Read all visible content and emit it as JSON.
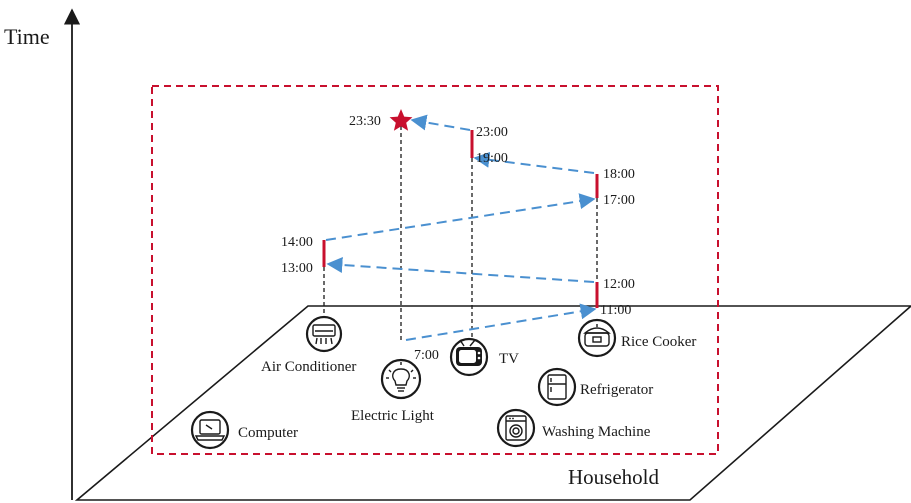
{
  "axes": {
    "y_label": "Time",
    "x_label": "Household"
  },
  "colors": {
    "frame": "#c8102e",
    "path": "#4a90d0",
    "active": "#c8102e",
    "ink": "#1a1a1a"
  },
  "appliances": [
    {
      "id": "computer",
      "label": "Computer",
      "icon": "computer-icon"
    },
    {
      "id": "air-conditioner",
      "label": "Air Conditioner",
      "icon": "air-conditioner-icon"
    },
    {
      "id": "electric-light",
      "label": "Electric Light",
      "icon": "light-bulb-icon"
    },
    {
      "id": "tv",
      "label": "TV",
      "icon": "tv-icon"
    },
    {
      "id": "rice-cooker",
      "label": "Rice Cooker",
      "icon": "rice-cooker-icon"
    },
    {
      "id": "refrigerator",
      "label": "Refrigerator",
      "icon": "refrigerator-icon"
    },
    {
      "id": "washing-machine",
      "label": "Washing Machine",
      "icon": "washing-machine-icon"
    }
  ],
  "usage_periods": [
    {
      "appliance": "electric-light",
      "start": "7:00",
      "end": ""
    },
    {
      "appliance": "rice-cooker",
      "start": "11:00",
      "end": "12:00"
    },
    {
      "appliance": "air-conditioner",
      "start": "13:00",
      "end": "14:00"
    },
    {
      "appliance": "rice-cooker",
      "start": "17:00",
      "end": "18:00"
    },
    {
      "appliance": "tv",
      "start": "19:00",
      "end": "23:00"
    },
    {
      "appliance": "electric-light",
      "start": "23:30",
      "end": ""
    }
  ],
  "time_labels": {
    "t0700": "7:00",
    "t1100": "11:00",
    "t1200": "12:00",
    "t1300": "13:00",
    "t1400": "14:00",
    "t1700": "17:00",
    "t1800": "18:00",
    "t1900": "19:00",
    "t2300": "23:00",
    "t2330": "23:30"
  }
}
